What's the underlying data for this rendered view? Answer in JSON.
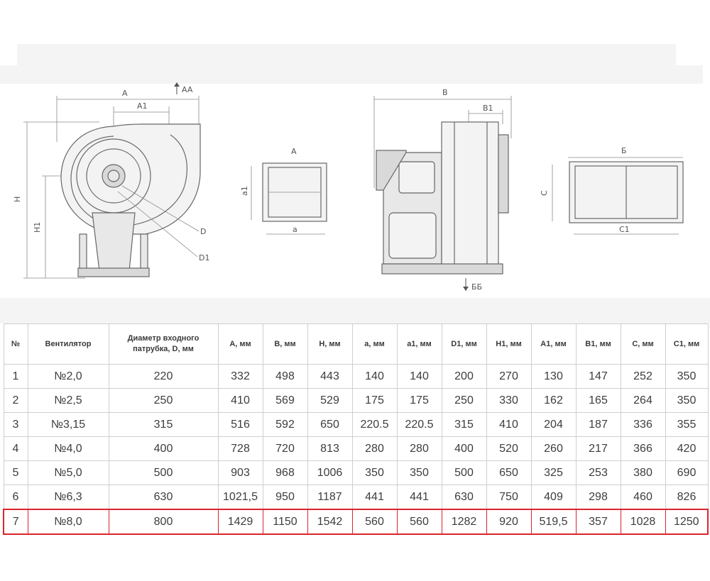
{
  "drawing": {
    "labels": {
      "A": "A",
      "AA": "AA",
      "A1": "A1",
      "H": "H",
      "H1": "H1",
      "D": "D",
      "D1": "D1",
      "inlet_A": "A",
      "a": "a",
      "a1": "a1",
      "B": "B",
      "B1": "B1",
      "BB": "ББ",
      "outlet_B": "Б",
      "C": "C",
      "C1": "C1"
    }
  },
  "table": {
    "headers": [
      "№",
      "Вентилятор",
      "Диаметр входного патрубка, D, мм",
      "A, мм",
      "B, мм",
      "H, мм",
      "a, мм",
      "a1, мм",
      "D1, мм",
      "H1, мм",
      "A1, мм",
      "B1, мм",
      "C, мм",
      "C1, мм"
    ],
    "rows": [
      [
        "1",
        "№2,0",
        "220",
        "332",
        "498",
        "443",
        "140",
        "140",
        "200",
        "270",
        "130",
        "147",
        "252",
        "350"
      ],
      [
        "2",
        "№2,5",
        "250",
        "410",
        "569",
        "529",
        "175",
        "175",
        "250",
        "330",
        "162",
        "165",
        "264",
        "350"
      ],
      [
        "3",
        "№3,15",
        "315",
        "516",
        "592",
        "650",
        "220.5",
        "220.5",
        "315",
        "410",
        "204",
        "187",
        "336",
        "355"
      ],
      [
        "4",
        "№4,0",
        "400",
        "728",
        "720",
        "813",
        "280",
        "280",
        "400",
        "520",
        "260",
        "217",
        "366",
        "420"
      ],
      [
        "5",
        "№5,0",
        "500",
        "903",
        "968",
        "1006",
        "350",
        "350",
        "500",
        "650",
        "325",
        "253",
        "380",
        "690"
      ],
      [
        "6",
        "№6,3",
        "630",
        "1021,5",
        "950",
        "1187",
        "441",
        "441",
        "630",
        "750",
        "409",
        "298",
        "460",
        "826"
      ],
      [
        "7",
        "№8,0",
        "800",
        "1429",
        "1150",
        "1542",
        "560",
        "560",
        "1282",
        "920",
        "519,5",
        "357",
        "1028",
        "1250"
      ]
    ],
    "highlighted_row": 6,
    "highlight_color": "#d9252b"
  }
}
